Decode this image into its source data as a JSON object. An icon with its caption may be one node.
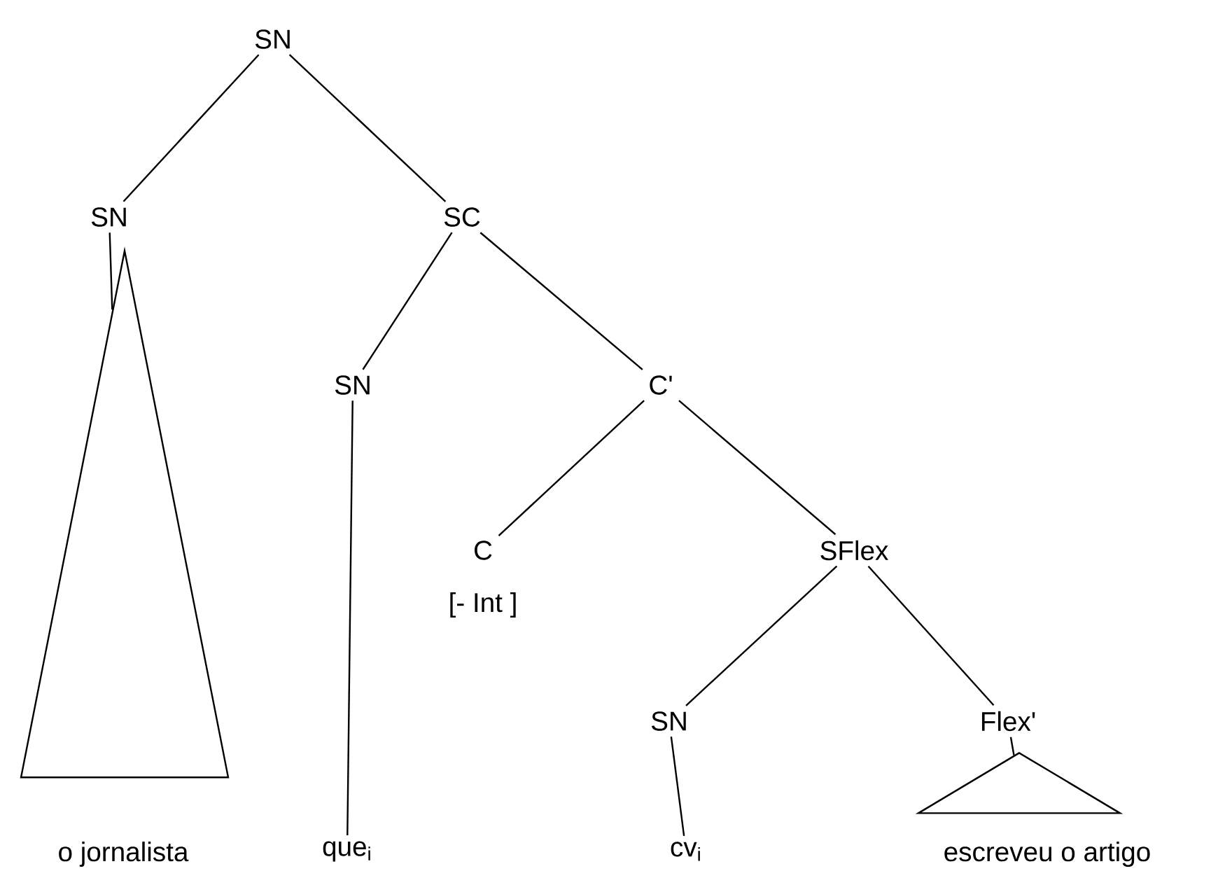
{
  "diagram": {
    "nodes": [
      {
        "text": [
          "SN"
        ]
      },
      {
        "text": [
          "SN"
        ]
      },
      {
        "text": [
          "SC"
        ]
      },
      {
        "text": [
          "SN"
        ]
      },
      {
        "text": [
          "C'"
        ]
      },
      {
        "text": [
          "C"
        ],
        "beside": [
          "[- Int ]"
        ]
      },
      {
        "text": [
          "SFlex"
        ]
      },
      {
        "text": [
          "SN"
        ]
      },
      {
        "text": [
          "Flex'"
        ]
      },
      {
        "text": [],
        "shape": "triangle",
        "beside": [
          "o jornalista"
        ]
      },
      {
        "text": [
          "que$_{i}$"
        ]
      },
      {
        "text": [
          "cv$_{i}$"
        ]
      },
      {
        "text": [],
        "shape": "triangle",
        "beside": [
          "escreveu o artigo"
        ]
      }
    ],
    "edges": [
      {
        "from": 0,
        "to": 1,
        "arrow": "none"
      },
      {
        "from": 0,
        "to": 2,
        "arrow": "none"
      },
      {
        "from": 1,
        "to": 9,
        "arrow": "none"
      },
      {
        "from": 2,
        "to": 3,
        "arrow": "none"
      },
      {
        "from": 2,
        "to": 4,
        "arrow": "none"
      },
      {
        "from": 3,
        "to": 10,
        "arrow": "none"
      },
      {
        "from": 4,
        "to": 5,
        "arrow": "none"
      },
      {
        "from": 4,
        "to": 6,
        "arrow": "none"
      },
      {
        "from": 6,
        "to": 7,
        "arrow": "none"
      },
      {
        "from": 6,
        "to": 8,
        "arrow": "none"
      },
      {
        "from": 7,
        "to": 11,
        "arrow": "none"
      },
      {
        "from": 8,
        "to": 12,
        "arrow": "none"
      }
    ]
  }
}
